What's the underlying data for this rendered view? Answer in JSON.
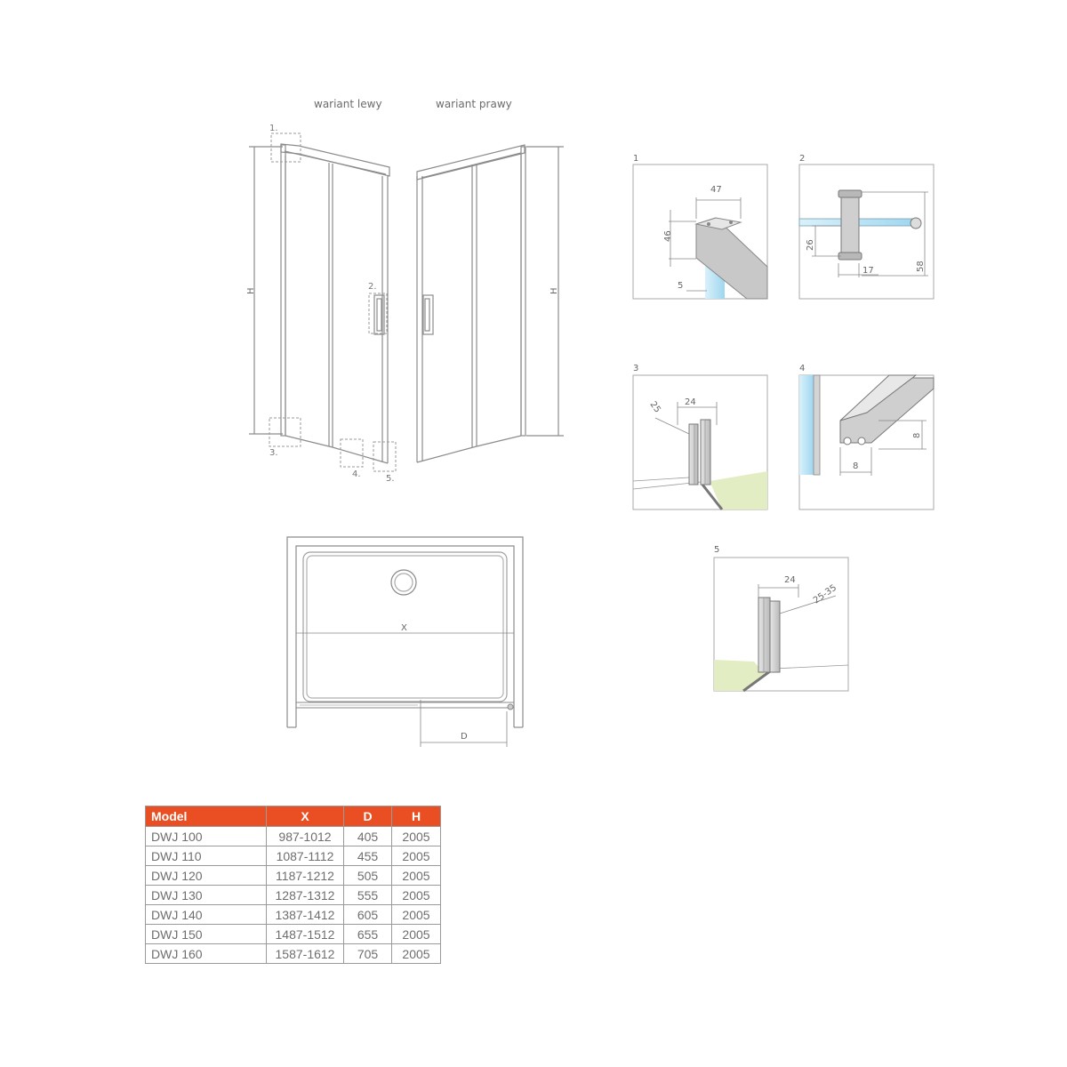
{
  "variants": {
    "left_label": "wariant lewy",
    "right_label": "wariant prawy"
  },
  "elevation": {
    "height_symbol": "H",
    "callouts": [
      "1.",
      "2.",
      "3.",
      "4.",
      "5."
    ]
  },
  "details": [
    {
      "number": "1",
      "dims": [
        "47",
        "46",
        "5"
      ]
    },
    {
      "number": "2",
      "dims": [
        "26",
        "17",
        "58"
      ]
    },
    {
      "number": "3",
      "dims": [
        "25",
        "24"
      ]
    },
    {
      "number": "4",
      "dims": [
        "8",
        "8"
      ]
    },
    {
      "number": "5",
      "dims": [
        "24",
        "25-35"
      ]
    }
  ],
  "plan": {
    "width_symbol": "X",
    "door_symbol": "D"
  },
  "table": {
    "headers": [
      "Model",
      "X",
      "D",
      "H"
    ],
    "rows": [
      [
        "DWJ 100",
        "987-1012",
        "405",
        "2005"
      ],
      [
        "DWJ 110",
        "1087-1112",
        "455",
        "2005"
      ],
      [
        "DWJ 120",
        "1187-1212",
        "505",
        "2005"
      ],
      [
        "DWJ 130",
        "1287-1312",
        "555",
        "2005"
      ],
      [
        "DWJ 140",
        "1387-1412",
        "605",
        "2005"
      ],
      [
        "DWJ 150",
        "1487-1512",
        "655",
        "2005"
      ],
      [
        "DWJ 160",
        "1587-1612",
        "705",
        "2005"
      ]
    ]
  },
  "colors": {
    "header_bg": "#e94f23",
    "glass": "#bfe6f7",
    "floor": "#e3edc4",
    "profile": "#cfcfcf",
    "line": "#8c8c8c"
  }
}
